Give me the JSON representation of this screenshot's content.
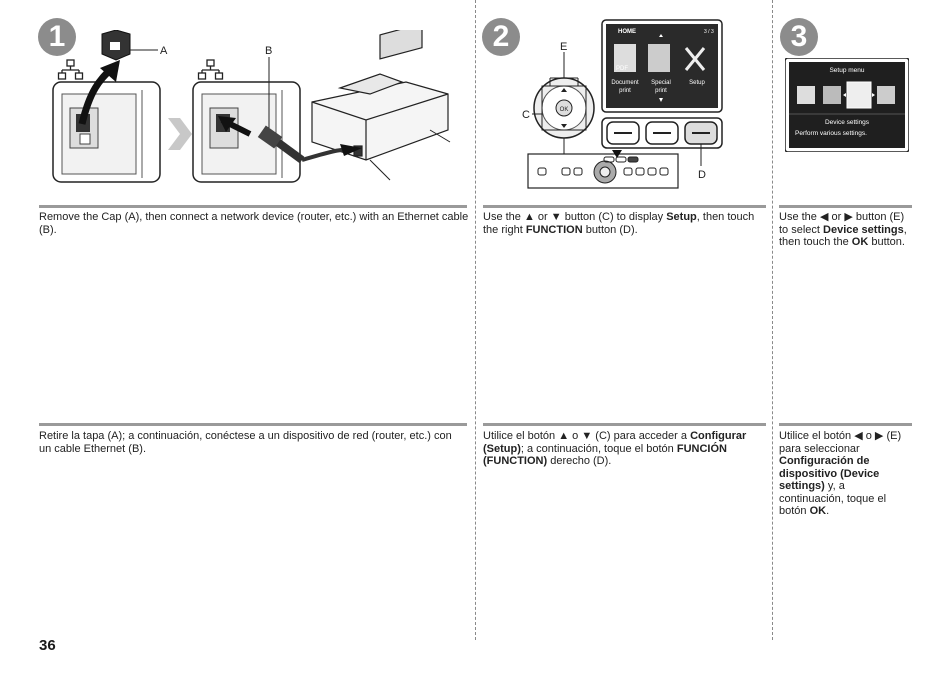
{
  "page_number": "36",
  "steps": [
    {
      "number": "1",
      "labels": {
        "a": "A",
        "b": "B"
      },
      "en": [
        "Remove the Cap (A), then connect a network device (router, etc.) with an Ethernet cable (B)."
      ],
      "es": [
        "Retire la tapa (A); a continuación, conéctese a un dispositivo de red (router, etc.) con un cable Ethernet (B)."
      ]
    },
    {
      "number": "2",
      "labels": {
        "c": "C",
        "d": "D",
        "e": "E"
      },
      "screen": {
        "home": "HOME",
        "page": "3 / 3",
        "item1a": "Document",
        "item1b": "print",
        "item2a": "Special",
        "item2b": "print",
        "item3": "Setup",
        "pdf": "PDF",
        "ok": "OK"
      },
      "en": [
        "Use the ",
        " or ",
        " button (C) to display ",
        "Setup",
        ", then touch the right ",
        "FUNCTION",
        " button (D)."
      ],
      "es": [
        "Utilice el botón ",
        " o ",
        " (C) para acceder a ",
        "Configurar (Setup)",
        "; a continuación, toque el botón ",
        "FUNCIÓN (FUNCTION)",
        " derecho (D)."
      ]
    },
    {
      "number": "3",
      "screen": {
        "title": "Setup menu",
        "item": "Device settings",
        "desc": "Perform various settings."
      },
      "en": [
        "Use the ",
        " or ",
        " button (E) to select ",
        "Device settings",
        ", then touch the ",
        "OK",
        " button."
      ],
      "es": [
        "Utilice el botón ",
        " o ",
        " (E) para seleccionar ",
        "Configuración de dispositivo (Device settings)",
        " y, a continuación, toque el botón ",
        "OK",
        "."
      ]
    }
  ],
  "icons": {
    "up_triangle": "▲",
    "down_triangle": "▼",
    "left_triangle": "◀",
    "right_triangle": "▶"
  }
}
